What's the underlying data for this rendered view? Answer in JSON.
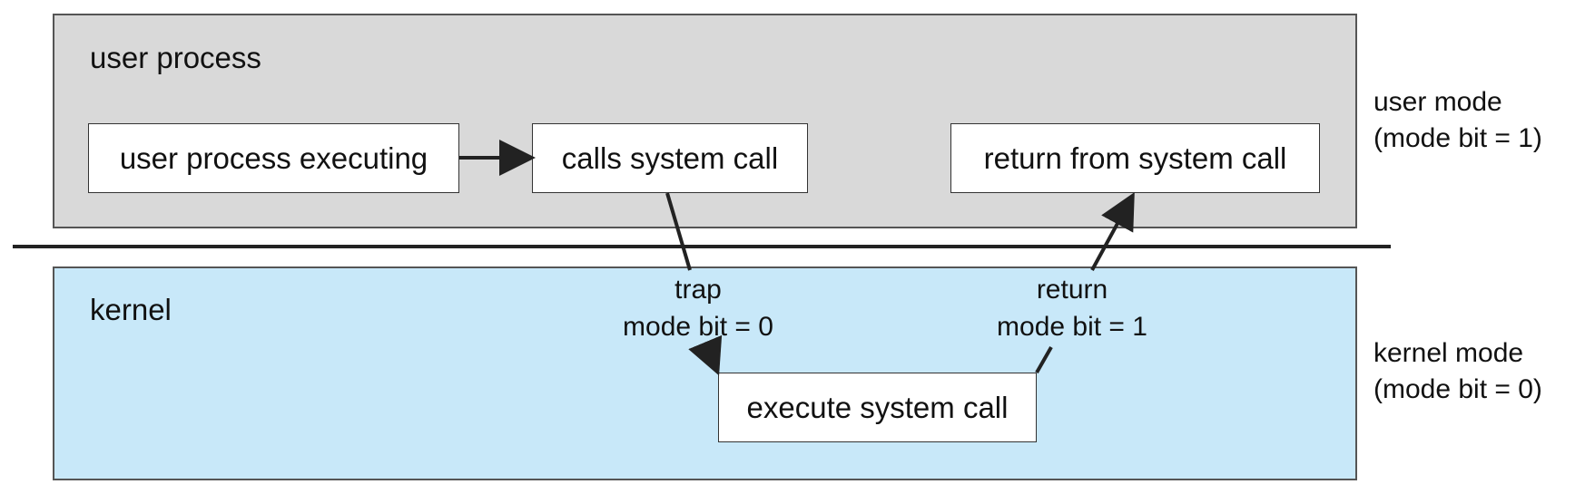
{
  "regions": {
    "user": {
      "label": "user process"
    },
    "kernel": {
      "label": "kernel"
    }
  },
  "boxes": {
    "user_executing": "user process executing",
    "calls_system_call": "calls system call",
    "return_from_system_call": "return from system call",
    "execute_system_call": "execute system call"
  },
  "side_labels": {
    "user_mode": {
      "line1": "user mode",
      "line2": "(mode bit = 1)"
    },
    "kernel_mode": {
      "line1": "kernel mode",
      "line2": "(mode bit = 0)"
    }
  },
  "transitions": {
    "trap": {
      "line1": "trap",
      "line2": "mode bit = 0"
    },
    "return": {
      "line1": "return",
      "line2": "mode bit = 1"
    }
  },
  "colors": {
    "user_region_fill": "#d9d9d9",
    "kernel_region_fill": "#c8e8f9",
    "box_fill": "#ffffff",
    "line": "#222222"
  }
}
